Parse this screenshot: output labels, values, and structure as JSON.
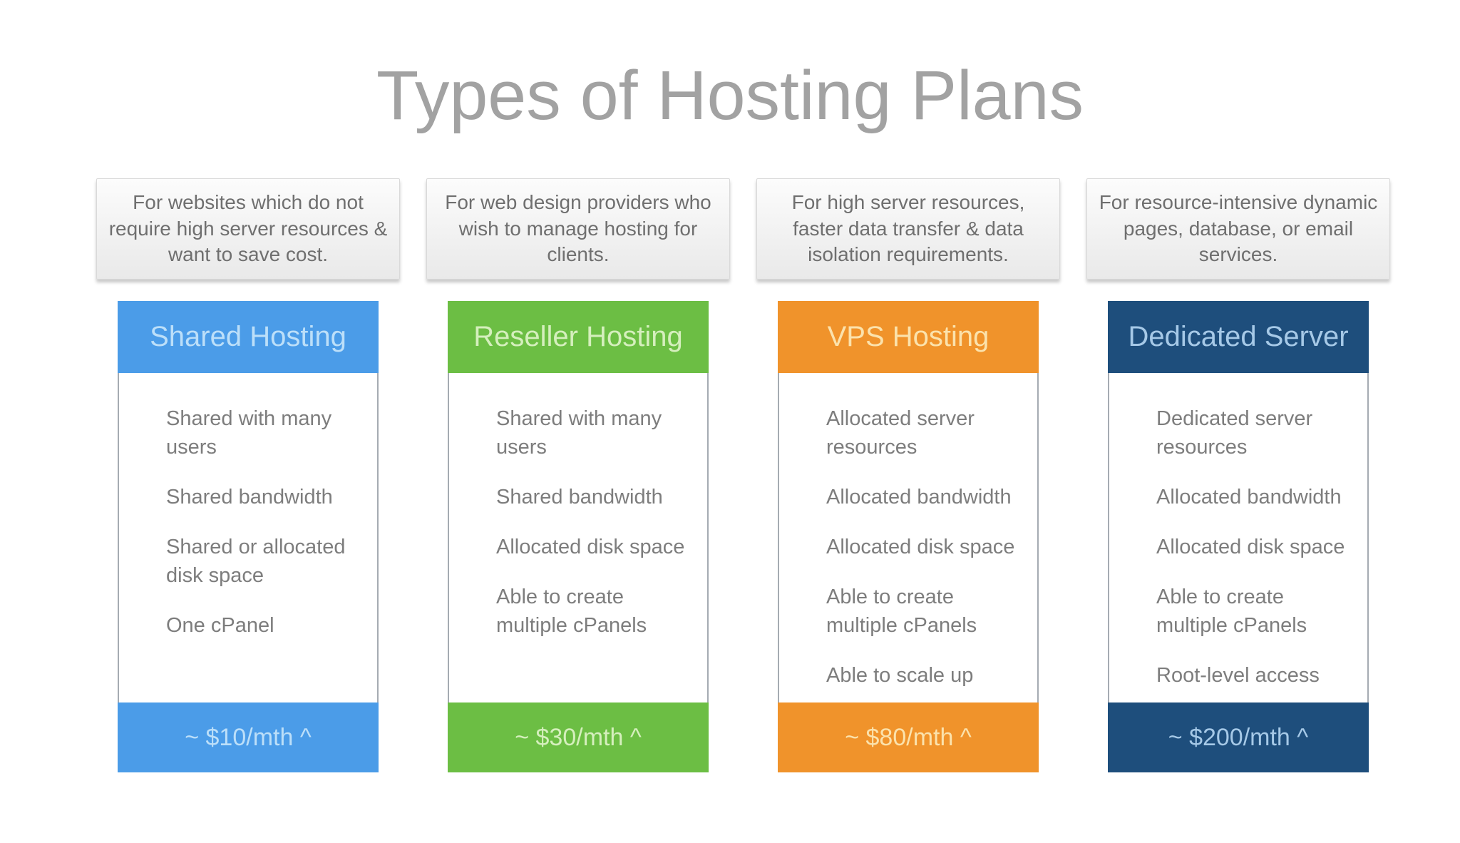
{
  "title": "Types of Hosting Plans",
  "plans": [
    {
      "description": "For websites which do not require high server resources & want to save cost.",
      "name": "Shared Hosting",
      "features": [
        "Shared with many users",
        "Shared bandwidth",
        "Shared or allocated disk space",
        "One cPanel"
      ],
      "price": "~ $10/mth ^",
      "color": "#4b9ce8",
      "header_text_color": "#bcdff9"
    },
    {
      "description": "For web design providers who wish to manage hosting for clients.",
      "name": "Reseller Hosting",
      "features": [
        "Shared with many users",
        "Shared bandwidth",
        "Allocated disk space",
        "Able to create multiple cPanels"
      ],
      "price": "~ $30/mth ^",
      "color": "#6cbe44",
      "header_text_color": "#d5efbd"
    },
    {
      "description": "For high server resources, faster data transfer & data isolation requirements.",
      "name": "VPS Hosting",
      "features": [
        "Allocated server resources",
        "Allocated bandwidth",
        "Allocated disk space",
        "Able to create multiple cPanels",
        "Able to scale up"
      ],
      "price": "~ $80/mth ^",
      "color": "#f0932b",
      "header_text_color": "#fbe2ac"
    },
    {
      "description": "For resource-intensive dynamic pages, database, or email services.",
      "name": "Dedicated Server",
      "features": [
        "Dedicated server resources",
        "Allocated bandwidth",
        "Allocated disk space",
        "Able to create multiple cPanels",
        "Root-level access"
      ],
      "price": "~ $200/mth ^",
      "color": "#1e4e7c",
      "header_text_color": "#a6c9e7"
    }
  ]
}
